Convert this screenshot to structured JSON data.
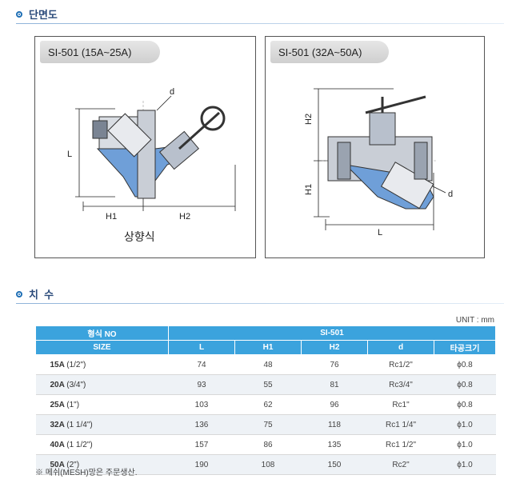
{
  "section1": {
    "title": "단면도"
  },
  "section2": {
    "title": "치  수"
  },
  "drawing_left": {
    "model": "SI-501 (15A~25A)",
    "caption": "상향식",
    "labels": {
      "d": "d",
      "L": "L",
      "H1": "H1",
      "H2": "H2"
    }
  },
  "drawing_right": {
    "model": "SI-501 (32A~50A)",
    "labels": {
      "d": "d",
      "L": "L",
      "H1": "H1",
      "H2": "H2"
    }
  },
  "unit_label": "UNIT : mm",
  "table": {
    "header1": {
      "col0": "형식 NO",
      "col1": "SI-501"
    },
    "header2": [
      "SIZE",
      "L",
      "H1",
      "H2",
      "d",
      "타공크기"
    ],
    "rows": [
      {
        "size": "15A",
        "sub": "(1/2\")",
        "L": "74",
        "H1": "48",
        "H2": "76",
        "d": "Rc1/2\"",
        "hole": "ϕ0.8"
      },
      {
        "size": "20A",
        "sub": "(3/4\")",
        "L": "93",
        "H1": "55",
        "H2": "81",
        "d": "Rc3/4\"",
        "hole": "ϕ0.8"
      },
      {
        "size": "25A",
        "sub": "(1\")",
        "L": "103",
        "H1": "62",
        "H2": "96",
        "d": "Rc1\"",
        "hole": "ϕ0.8"
      },
      {
        "size": "32A",
        "sub": "(1 1/4\")",
        "L": "136",
        "H1": "75",
        "H2": "118",
        "d": "Rc1 1/4\"",
        "hole": "ϕ1.0"
      },
      {
        "size": "40A",
        "sub": "(1 1/2\")",
        "L": "157",
        "H1": "86",
        "H2": "135",
        "d": "Rc1 1/2\"",
        "hole": "ϕ1.0"
      },
      {
        "size": "50A",
        "sub": "(2\")",
        "L": "190",
        "H1": "108",
        "H2": "150",
        "d": "Rc2\"",
        "hole": "ϕ1.0"
      }
    ]
  },
  "note": "※ 메쉬(MESH)망은 주문생산.",
  "colors": {
    "accent": "#1f6fb5",
    "header": "#3ba3dd",
    "alt_row": "#eef2f6",
    "valve_blue": "#6f9fd8"
  }
}
